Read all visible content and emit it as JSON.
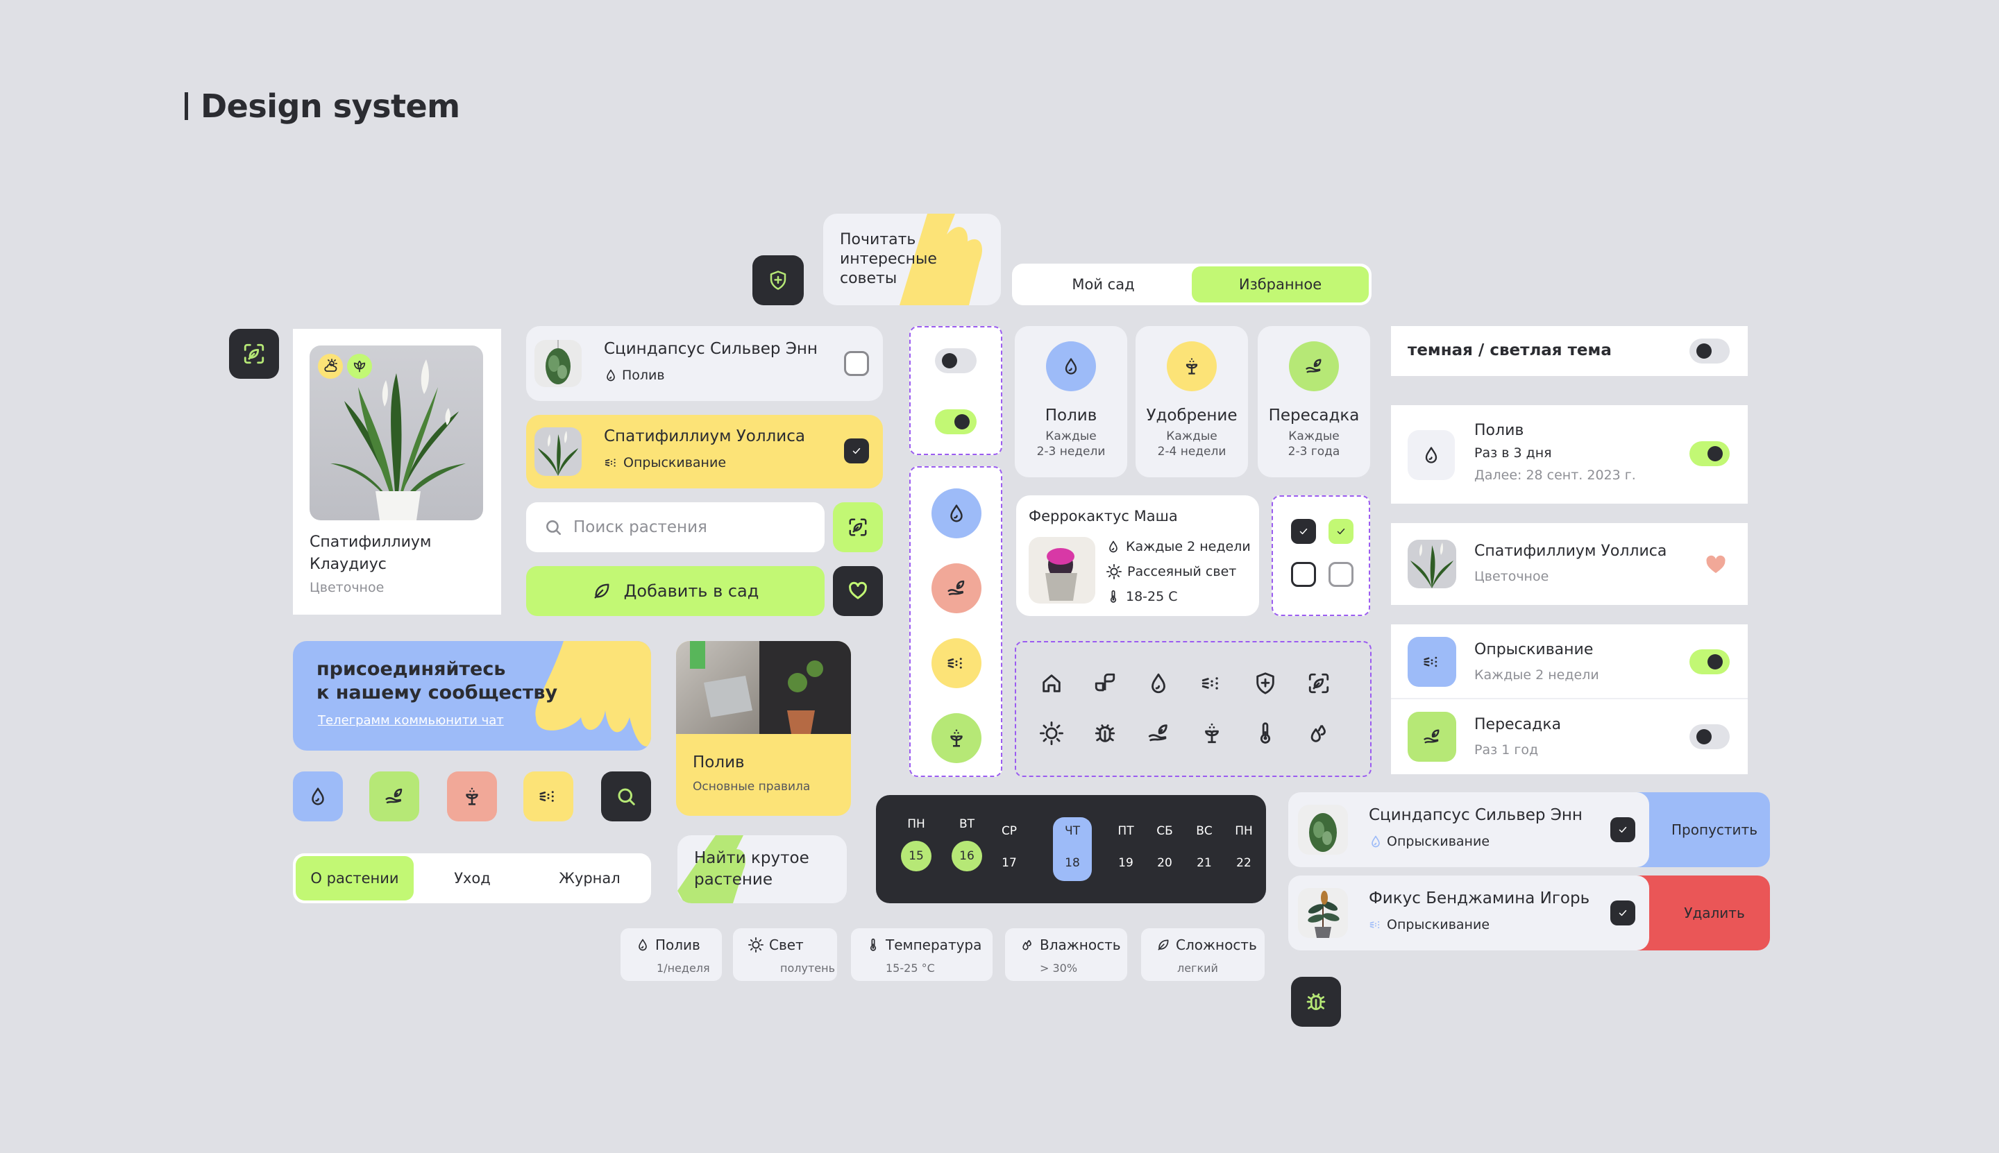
{
  "page": {
    "title": "Design system"
  },
  "colors": {
    "background": "#dfe0e5",
    "dark": "#2b2c31",
    "lime": "#c2f874",
    "green": "#b6e876",
    "yellow": "#fce377",
    "blue": "#9dbbf8",
    "salmon": "#f1a898",
    "red": "#ea5657",
    "purple_dash": "#9b5cf0",
    "light_card": "#f0f1f6"
  },
  "tips_card": {
    "text_line1": "Почитать",
    "text_line2": "интересные",
    "text_line3": "советы"
  },
  "tabs_top": {
    "items": [
      {
        "label": "Мой сад",
        "active": false
      },
      {
        "label": "Избранное",
        "active": true
      }
    ]
  },
  "plant_card": {
    "name_line1": "Спатифиллиум",
    "name_line2": "Клаудиус",
    "category": "Цветочное",
    "badges": [
      "partly-cloudy-icon",
      "lotus-icon"
    ]
  },
  "task_list": [
    {
      "name": "Сциндапсус Сильвер Энн",
      "task": "Полив",
      "task_icon": "drop-icon",
      "checked": false
    },
    {
      "name": "Спатифиллиум Уоллиса",
      "task": "Опрыскивание",
      "task_icon": "spray-icon",
      "checked": true
    }
  ],
  "search": {
    "placeholder": "Поиск растения"
  },
  "add_button": {
    "label": "Добавить в сад"
  },
  "care_cards": [
    {
      "title": "Полив",
      "line1": "Каждые",
      "line2": "2-3 недели",
      "color": "#9dbbf8",
      "icon": "drop-icon"
    },
    {
      "title": "Удобрение",
      "line1": "Каждые",
      "line2": "2-4 недели",
      "color": "#fce377",
      "icon": "sprout-fertilize-icon"
    },
    {
      "title": "Пересадка",
      "line1": "Каждые",
      "line2": "2-3 года",
      "color": "#b6e876",
      "icon": "hand-plant-icon"
    }
  ],
  "cactus_card": {
    "title": "Феррокактус Маша",
    "rows": [
      {
        "icon": "drop-icon",
        "text": "Каждые 2 недели"
      },
      {
        "icon": "sun-icon",
        "text": "Рассеяный свет"
      },
      {
        "icon": "thermometer-icon",
        "text": "18-25 С"
      }
    ]
  },
  "community_banner": {
    "title_line1": "присоединяйтесь",
    "title_line2": "к нашему сообществу",
    "link": "Телеграмм коммьюнити чат"
  },
  "article_card": {
    "title": "Полив",
    "subtitle": "Основные правила"
  },
  "find_card": {
    "line1": "Найти крутое",
    "line2": "растение"
  },
  "tabs_bottom": {
    "items": [
      {
        "label": "О растении",
        "active": true
      },
      {
        "label": "Уход",
        "active": false
      },
      {
        "label": "Журнал",
        "active": false
      }
    ]
  },
  "calendar": {
    "days": [
      {
        "dow": "ПН",
        "date": "15",
        "state": "done"
      },
      {
        "dow": "ВТ",
        "date": "16",
        "state": "done"
      },
      {
        "dow": "СР",
        "date": "17",
        "state": "normal"
      },
      {
        "dow": "ЧТ",
        "date": "18",
        "state": "today"
      },
      {
        "dow": "ПТ",
        "date": "19",
        "state": "normal"
      },
      {
        "dow": "СБ",
        "date": "20",
        "state": "normal"
      },
      {
        "dow": "ВС",
        "date": "21",
        "state": "normal"
      },
      {
        "dow": "ПН",
        "date": "22",
        "state": "normal"
      }
    ]
  },
  "info_chips": [
    {
      "icon": "drop-icon",
      "label": "Полив",
      "value": "1/неделя"
    },
    {
      "icon": "sun-icon",
      "label": "Свет",
      "value": "полутень"
    },
    {
      "icon": "thermometer-icon",
      "label": "Температура",
      "value": "15-25 °C"
    },
    {
      "icon": "humidity-icon",
      "label": "Влажность",
      "value": "> 30%"
    },
    {
      "icon": "leaf-icon",
      "label": "Сложность",
      "value": "легкий"
    }
  ],
  "theme_toggle": {
    "label": "темная / светлая тема",
    "on": false
  },
  "watering_setting": {
    "title": "Полив",
    "frequency": "Раз в 3 дня",
    "next": "Далее: 28 сент. 2023 г.",
    "on": true
  },
  "favorite_item": {
    "name": "Спатифиллиум Уоллиса",
    "category": "Цветочное"
  },
  "care_settings": [
    {
      "title": "Опрыскивание",
      "subtitle": "Каждые 2 недели",
      "on": true,
      "color": "#9dbbf8",
      "icon": "spray-icon"
    },
    {
      "title": "Пересадка",
      "subtitle": "Раз 1 год",
      "on": false,
      "color": "#b6e876",
      "icon": "hand-plant-icon"
    }
  ],
  "swipe_items": [
    {
      "name": "Сциндапсус Сильвер Энн",
      "task": "Опрыскивание",
      "task_icon": "drop-icon",
      "action": "Пропустить",
      "action_color": "#9dbbf8"
    },
    {
      "name": "Фикус Бенджамина Игорь",
      "task": "Опрыскивание",
      "task_icon": "spray-icon",
      "action": "Удалить",
      "action_color": "#ea5657"
    }
  ],
  "icon_set": {
    "row1": [
      "home-icon",
      "plants-icon",
      "drop-icon",
      "spray-icon",
      "shield-plus-icon",
      "scan-leaf-icon"
    ],
    "row2": [
      "sun-icon",
      "bug-icon",
      "hand-plant-icon",
      "sprout-fertilize-icon",
      "thermometer-icon",
      "humidity-icon"
    ]
  }
}
